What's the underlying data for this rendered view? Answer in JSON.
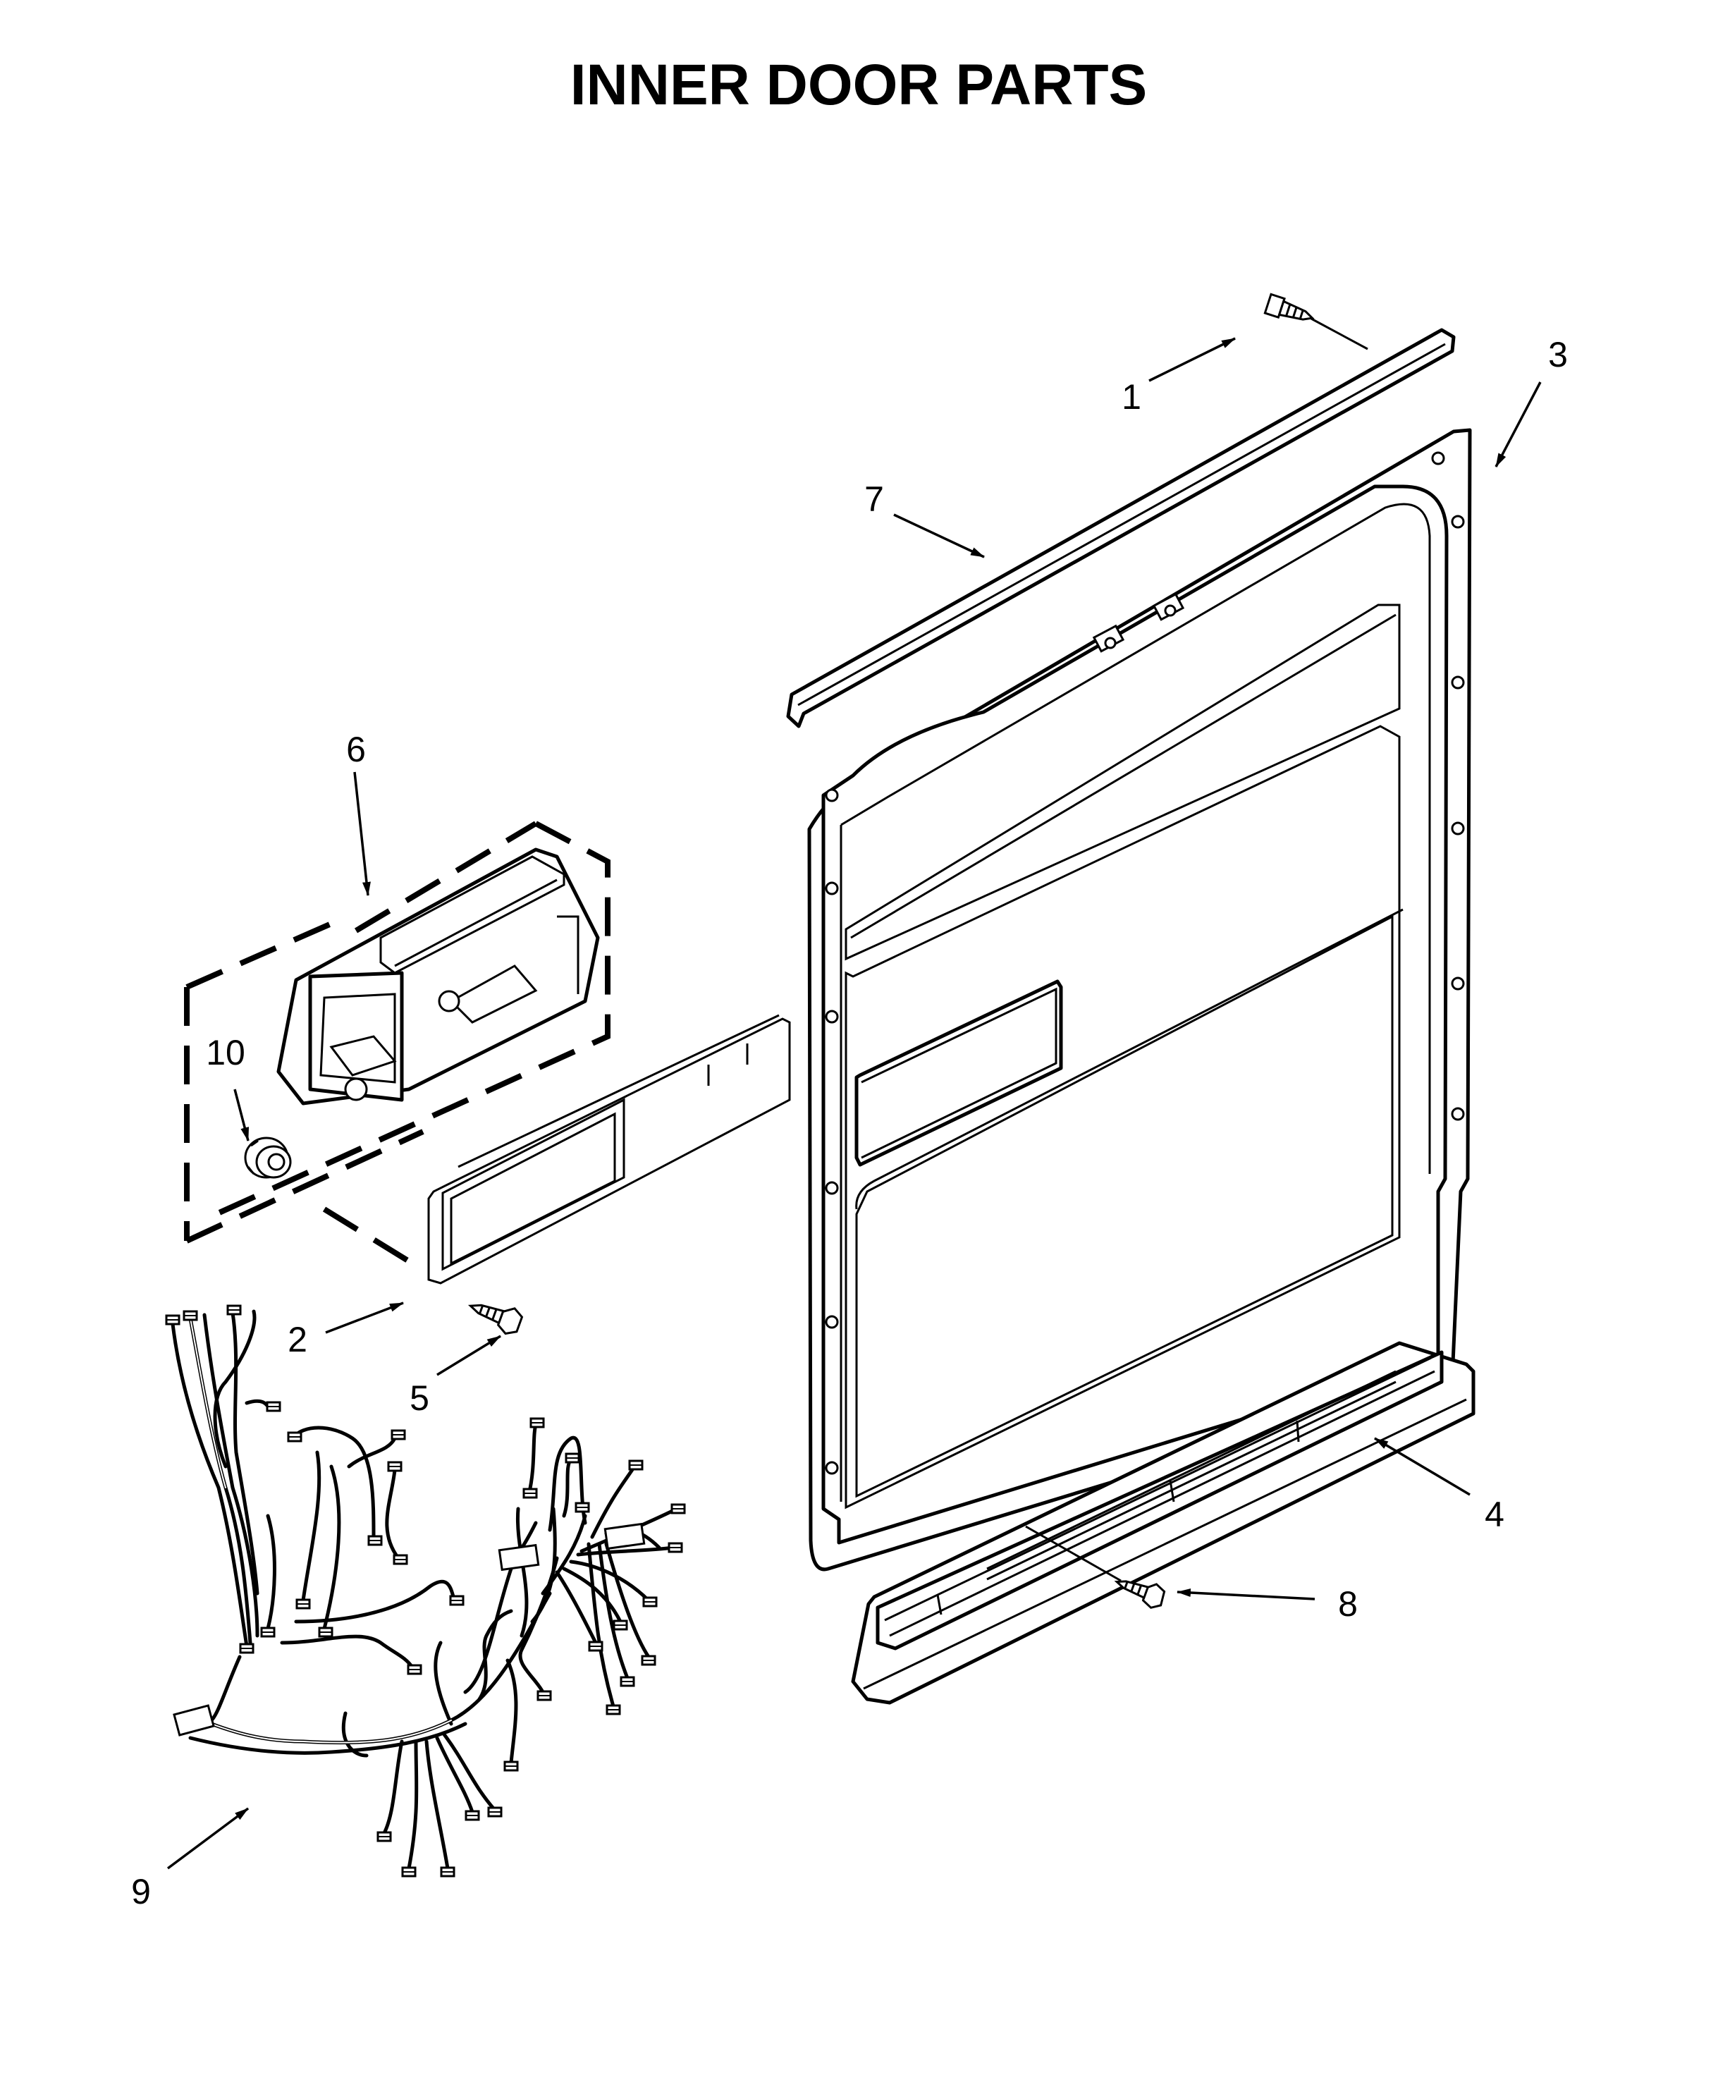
{
  "title": "INNER DOOR PARTS",
  "callouts": [
    {
      "id": "1",
      "label": "1"
    },
    {
      "id": "2",
      "label": "2"
    },
    {
      "id": "3",
      "label": "3"
    },
    {
      "id": "4",
      "label": "4"
    },
    {
      "id": "5",
      "label": "5"
    },
    {
      "id": "6",
      "label": "6"
    },
    {
      "id": "7",
      "label": "7"
    },
    {
      "id": "8",
      "label": "8"
    },
    {
      "id": "9",
      "label": "9"
    },
    {
      "id": "10",
      "label": "10"
    }
  ]
}
